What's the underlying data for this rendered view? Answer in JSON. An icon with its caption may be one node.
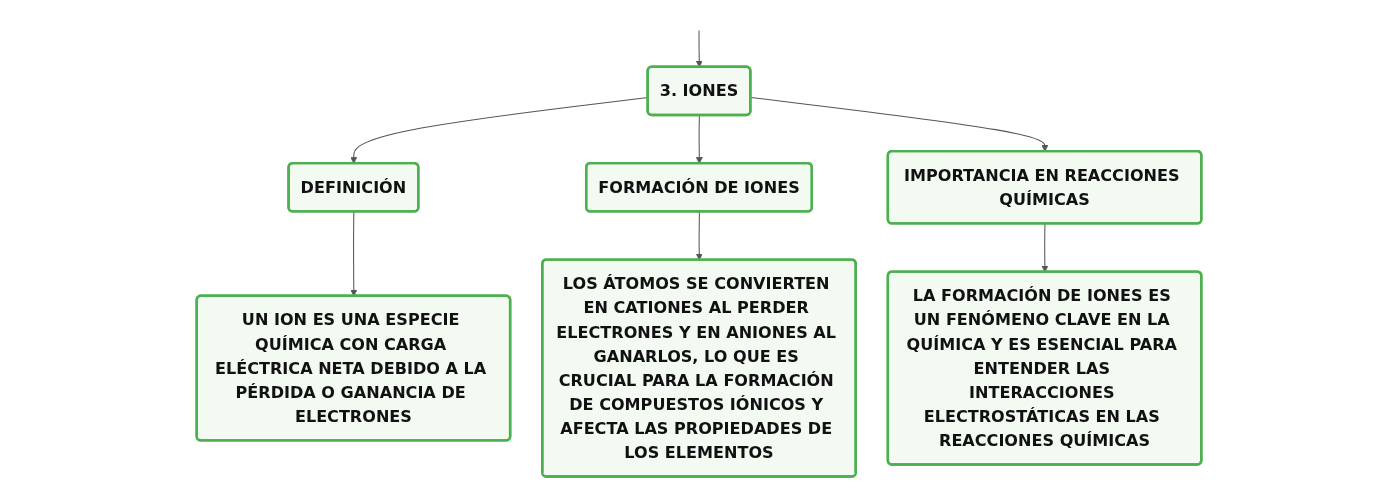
{
  "diagram": {
    "nodes": [
      {
        "text": [
          "3. IONES"
        ]
      },
      {
        "text": [
          "DEFINICIÓN"
        ]
      },
      {
        "text": [
          "FORMACIÓN DE IONES"
        ]
      },
      {
        "text": [
          "IMPORTANCIA EN REACCIONES QUÍMICAS"
        ]
      },
      {
        "text": [
          "UN ION ES UNA ESPECIE QUÍMICA CON CARGA ELÉCTRICA NETA DEBIDO A LA PÉRDIDA O GANANCIA DE ELECTRONES"
        ]
      },
      {
        "text": [
          "LOS ÁTOMOS SE CONVIERTEN EN CATIONES AL PERDER ELECTRONES Y EN ANIONES AL GANARLOS, LO QUE ES CRUCIAL PARA LA FORMACIÓN DE COMPUESTOS IÓNICOS Y AFECTA LAS PROPIEDADES DE LOS ELEMENTOS"
        ]
      },
      {
        "text": [
          "LA FORMACIÓN DE IONES ES UN FENÓMENO CLAVE EN LA QUÍMICA Y ES ESENCIAL PARA ENTENDER LAS INTERACCIONES ELECTROSTÁTICAS EN LAS REACCIONES QUÍMICAS"
        ]
      }
    ],
    "edges": [
      {
        "from": null,
        "to": 0,
        "arrow": "to"
      },
      {
        "from": 0,
        "to": 1,
        "arrow": "to"
      },
      {
        "from": 0,
        "to": 2,
        "arrow": "to"
      },
      {
        "from": 0,
        "to": 3,
        "arrow": "to"
      },
      {
        "from": 1,
        "to": 4,
        "arrow": "to"
      },
      {
        "from": 2,
        "to": 5,
        "arrow": "to"
      },
      {
        "from": 3,
        "to": 6,
        "arrow": "to"
      }
    ]
  }
}
